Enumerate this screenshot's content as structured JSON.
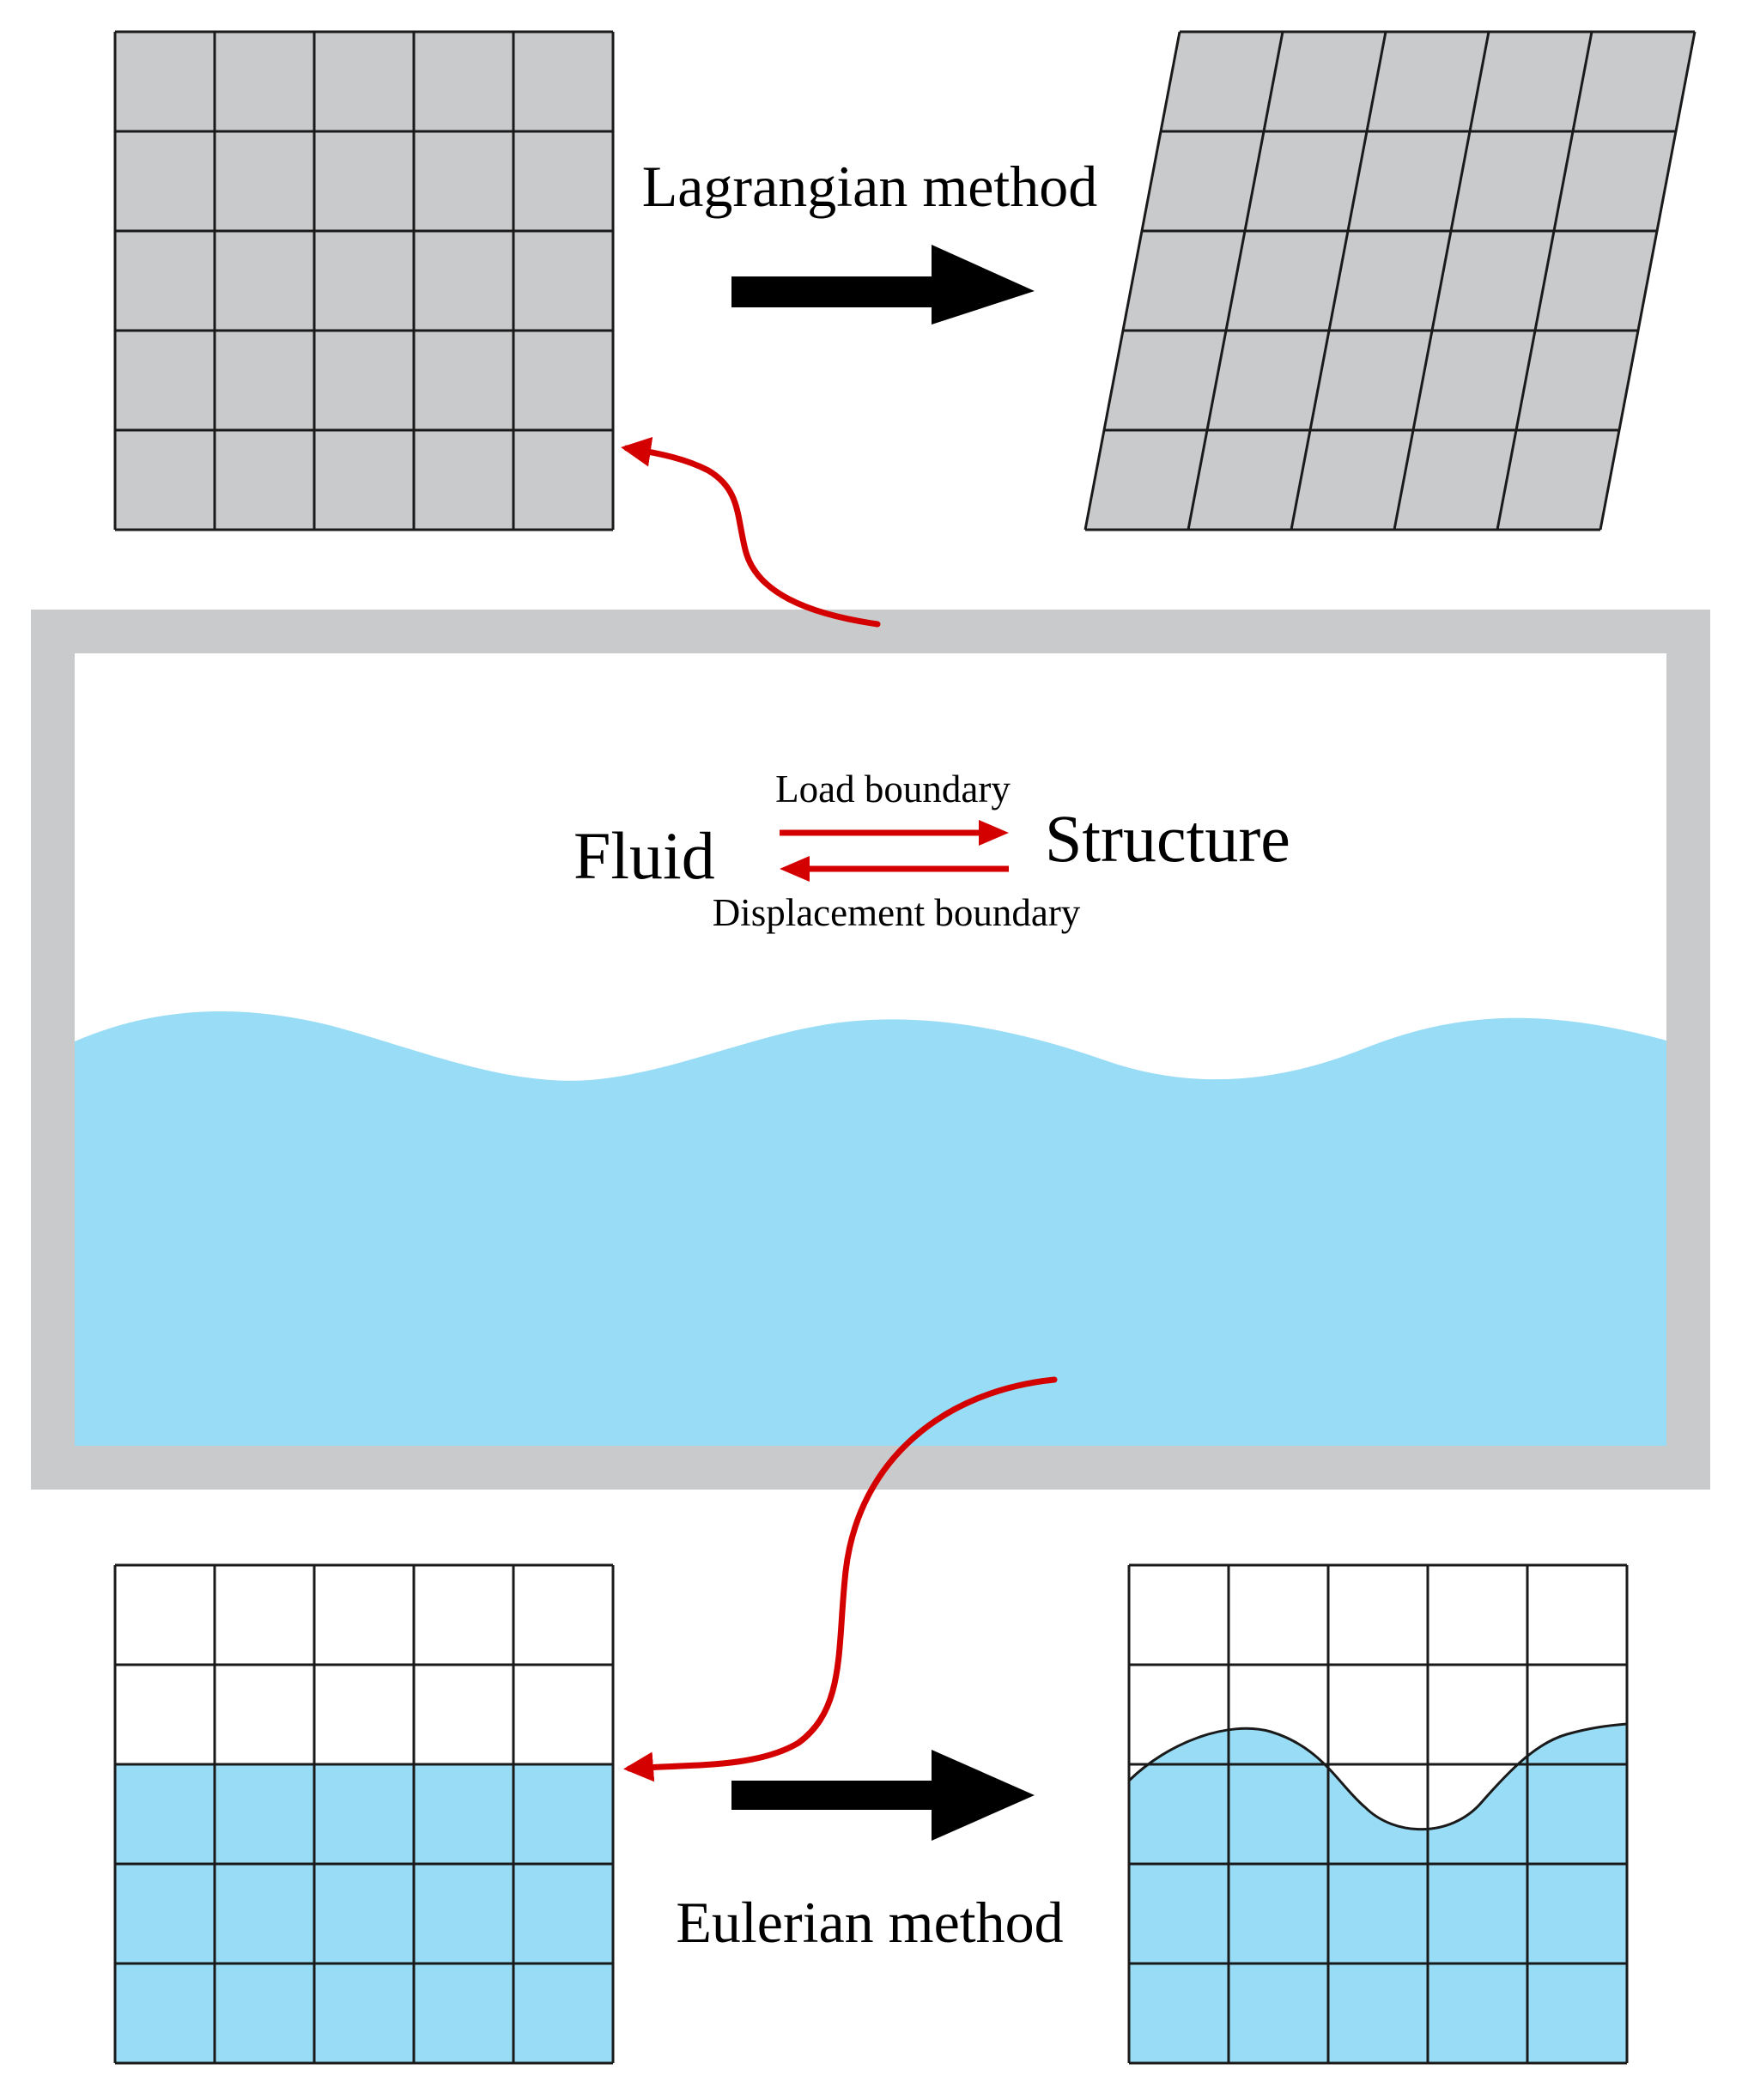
{
  "labels": {
    "lagrangian": "Lagrangian method",
    "eulerian": "Eulerian method",
    "fluid": "Fluid",
    "structure": "Structure",
    "load_boundary": "Load boundary",
    "displacement_boundary": "Displacement  boundary"
  },
  "colors": {
    "grid_fill": "#c9cacc",
    "tank_wall": "#c9cacc",
    "water": "#99dcf5",
    "coupling_arrow": "#d40000",
    "method_arrow": "#000000",
    "grid_line": "#1a1a1a"
  },
  "grids": {
    "rows": 5,
    "cols": 5,
    "eulerian_filled_rows": 3
  },
  "icons": {
    "method_arrow": "right-arrow-icon",
    "coupling_arrows": "bidirectional-arrows-icon"
  }
}
